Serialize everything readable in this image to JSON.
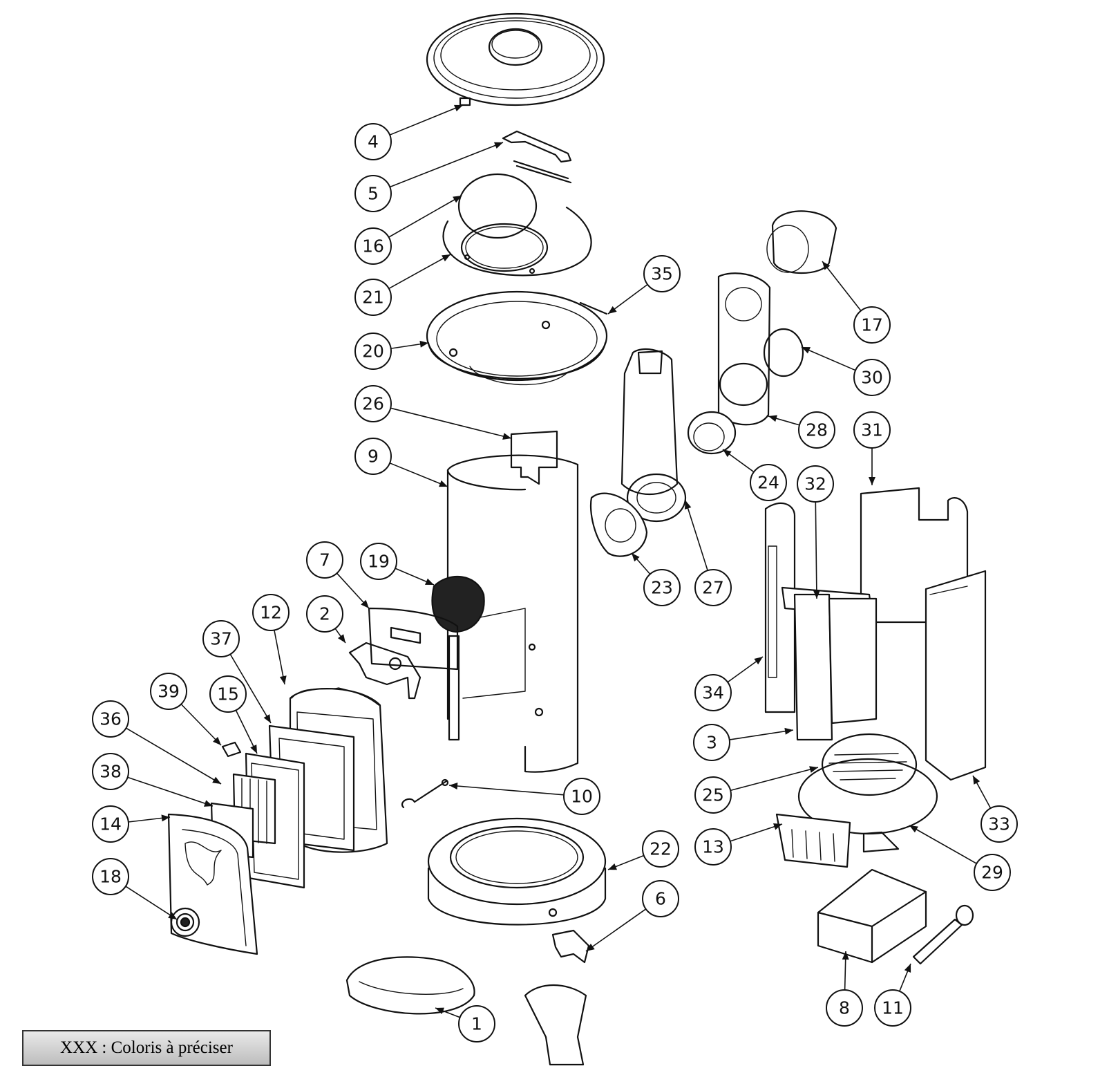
{
  "note": {
    "text": "XXX : Coloris à préciser"
  },
  "callouts": [
    {
      "label": "1"
    },
    {
      "label": "2"
    },
    {
      "label": "3"
    },
    {
      "label": "4"
    },
    {
      "label": "5"
    },
    {
      "label": "6"
    },
    {
      "label": "7"
    },
    {
      "label": "8"
    },
    {
      "label": "9"
    },
    {
      "label": "10"
    },
    {
      "label": "11"
    },
    {
      "label": "12"
    },
    {
      "label": "13"
    },
    {
      "label": "14"
    },
    {
      "label": "15"
    },
    {
      "label": "16"
    },
    {
      "label": "17"
    },
    {
      "label": "18"
    },
    {
      "label": "19"
    },
    {
      "label": "20"
    },
    {
      "label": "21"
    },
    {
      "label": "22"
    },
    {
      "label": "23"
    },
    {
      "label": "24"
    },
    {
      "label": "25"
    },
    {
      "label": "26"
    },
    {
      "label": "27"
    },
    {
      "label": "28"
    },
    {
      "label": "29"
    },
    {
      "label": "30"
    },
    {
      "label": "31"
    },
    {
      "label": "32"
    },
    {
      "label": "33"
    },
    {
      "label": "34"
    },
    {
      "label": "35"
    },
    {
      "label": "36"
    },
    {
      "label": "37"
    },
    {
      "label": "38"
    },
    {
      "label": "39"
    }
  ]
}
